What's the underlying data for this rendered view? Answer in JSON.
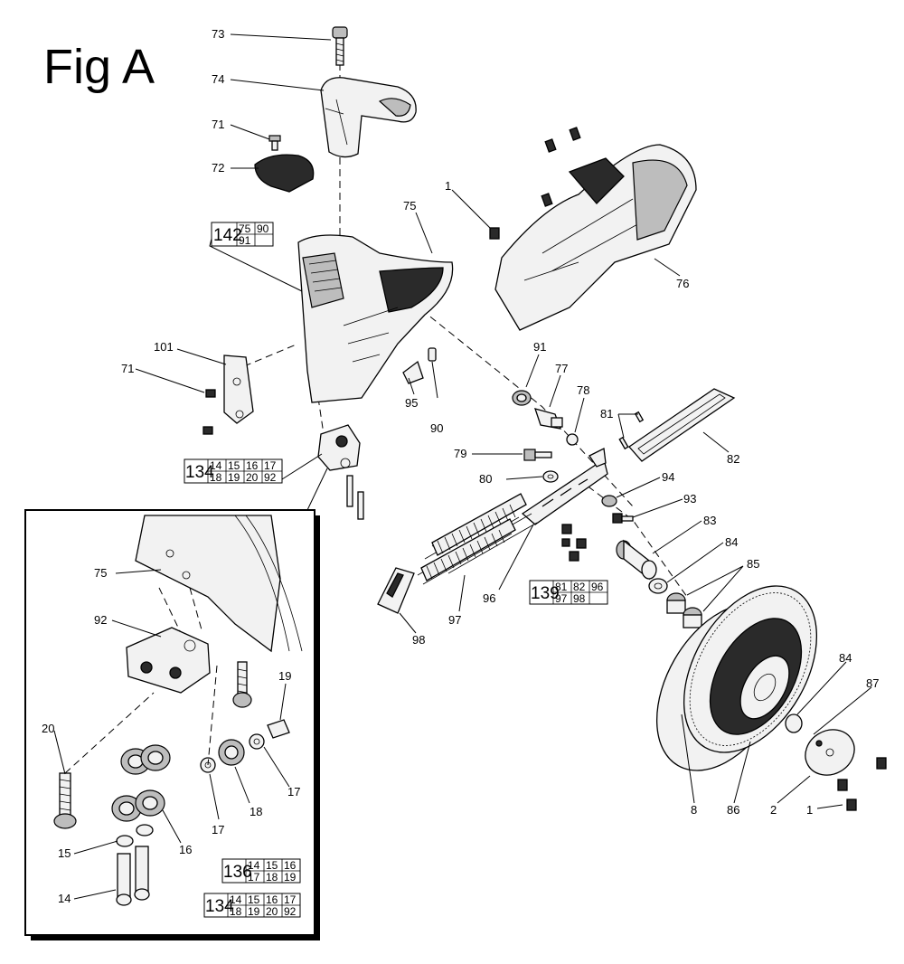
{
  "title": "Fig A",
  "callouts": {
    "c73": "73",
    "c74": "74",
    "c71a": "71",
    "c72": "72",
    "c75": "75",
    "c1a": "1",
    "c76": "76",
    "c101": "101",
    "c71b": "71",
    "c91": "91",
    "c77": "77",
    "c78": "78",
    "c95": "95",
    "c90": "90",
    "c81": "81",
    "c82": "82",
    "c79": "79",
    "c80": "80",
    "c94": "94",
    "c93": "93",
    "c83": "83",
    "c84a": "84",
    "c85": "85",
    "c96": "96",
    "c97": "97",
    "c98": "98",
    "c84b": "84",
    "c87": "87",
    "c8": "8",
    "c86": "86",
    "c2": "2",
    "c1b": "1",
    "i75": "75",
    "i92": "92",
    "i19": "19",
    "i20": "20",
    "i17a": "17",
    "i17b": "17",
    "i18": "18",
    "i15": "15",
    "i16": "16",
    "i14": "14"
  },
  "kits": {
    "k142": {
      "id": "142",
      "parts": [
        "75",
        "90",
        "91",
        ""
      ]
    },
    "k134a": {
      "id": "134",
      "parts": [
        "14",
        "15",
        "16",
        "17",
        "18",
        "19",
        "20",
        "92"
      ]
    },
    "k139": {
      "id": "139",
      "parts": [
        "81",
        "82",
        "96",
        "97",
        "98",
        ""
      ]
    },
    "k136": {
      "id": "136",
      "parts": [
        "14",
        "15",
        "16",
        "17",
        "18",
        "19"
      ]
    },
    "k134b": {
      "id": "134",
      "parts": [
        "14",
        "15",
        "16",
        "17",
        "18",
        "19",
        "20",
        "92"
      ]
    }
  }
}
